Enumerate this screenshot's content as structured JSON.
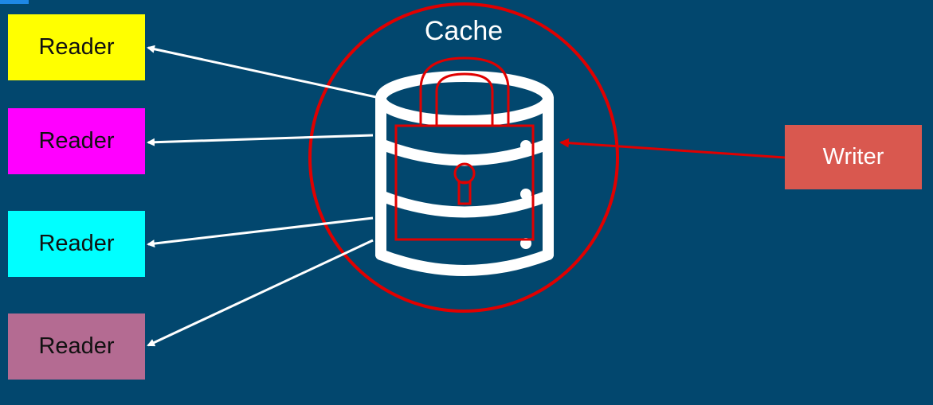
{
  "cache": {
    "label": "Cache",
    "ring_color": "#e00000"
  },
  "readers": [
    {
      "label": "Reader",
      "color": "#ffff00"
    },
    {
      "label": "Reader",
      "color": "#ff00ff"
    },
    {
      "label": "Reader",
      "color": "#00ffff"
    },
    {
      "label": "Reader",
      "color": "#b46b92"
    }
  ],
  "writer": {
    "label": "Writer",
    "color": "#d9584f"
  },
  "colors": {
    "background": "#02476e",
    "arrow": "#ffffff",
    "lock": "#e00000",
    "database": "#ffffff"
  },
  "icons": [
    "database-icon",
    "lock-icon",
    "keyhole-icon"
  ]
}
